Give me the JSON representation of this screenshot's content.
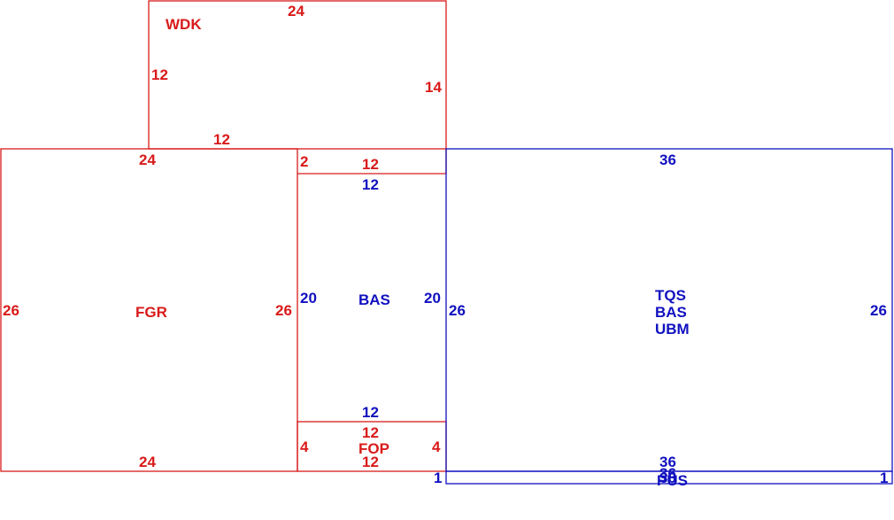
{
  "colors": {
    "existing": "#d91a1a",
    "proposed": "#1010c0",
    "background": "#ffffff"
  },
  "areas": {
    "wdk": {
      "label": "WDK",
      "top": "24",
      "left": "12",
      "right": "14",
      "bottom": "12"
    },
    "fgr": {
      "label": "FGR",
      "top": "24",
      "left": "26",
      "right": "26",
      "bottom": "24"
    },
    "bas_small": {
      "label": "BAS",
      "left": "20",
      "right": "20",
      "top_red": "12",
      "top_blue": "12",
      "side": "2",
      "bottom_blue": "12"
    },
    "fop": {
      "label": "FOP",
      "top": "12",
      "left": "4",
      "right": "4",
      "bottom": "12"
    },
    "main": {
      "label1": "TQS",
      "label2": "BAS",
      "label3": "UBM",
      "top": "36",
      "left": "26",
      "right": "26",
      "bottom": "36"
    },
    "pus": {
      "label": "PUS",
      "top": "36",
      "left": "1",
      "right": "1",
      "bottom": "36"
    }
  }
}
